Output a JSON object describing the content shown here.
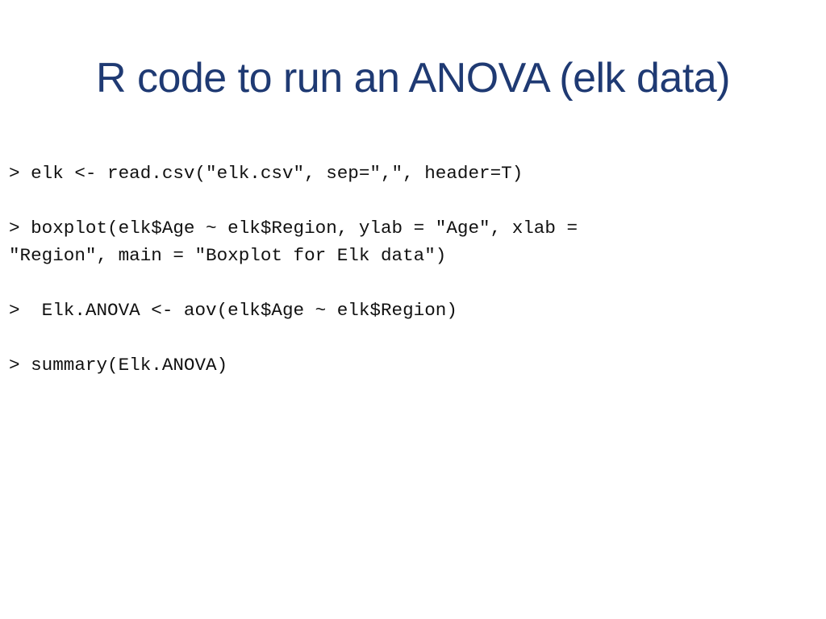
{
  "slide": {
    "title": "R code to run an ANOVA (elk data)",
    "code_lines": [
      "> elk <- read.csv(\"elk.csv\", sep=\",\", header=T)",
      "",
      "> boxplot(elk$Age ~ elk$Region, ylab = \"Age\", xlab =",
      "\"Region\", main = \"Boxplot for Elk data\")",
      "",
      ">  Elk.ANOVA <- aov(elk$Age ~ elk$Region)",
      "",
      "> summary(Elk.ANOVA)"
    ]
  },
  "colors": {
    "title": "#1f3a73",
    "code_text": "#111111",
    "background": "#ffffff"
  }
}
